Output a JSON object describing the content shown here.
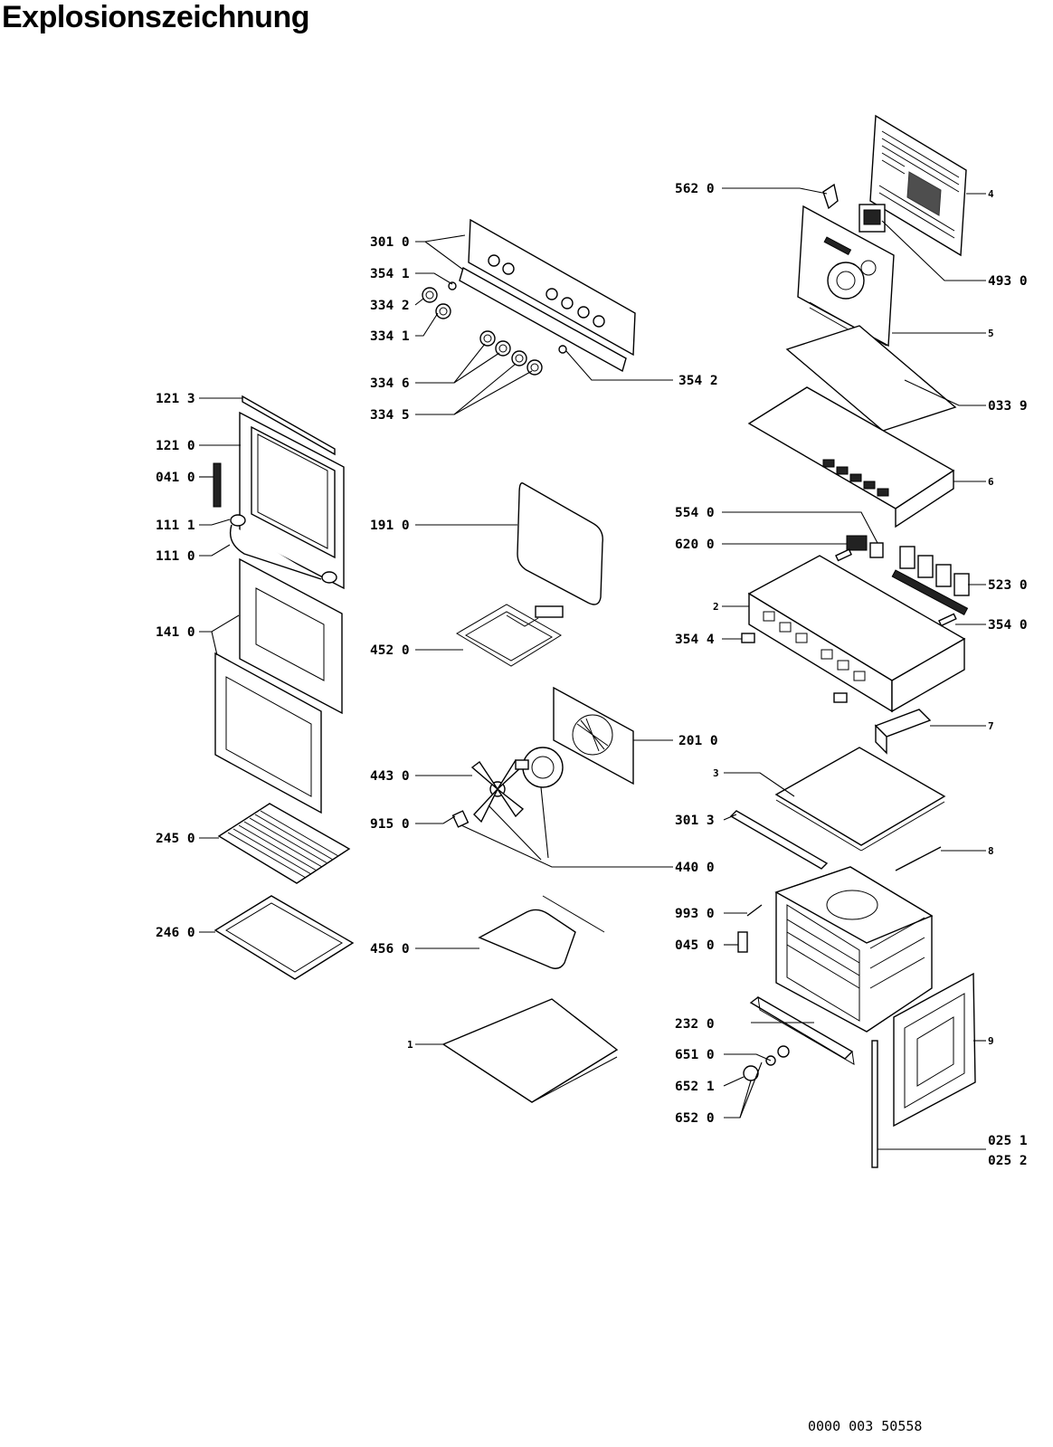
{
  "title": "Explosionszeichnung",
  "document_number": "0000 003 50558",
  "labels": {
    "l5620": "562 0",
    "l4": "4",
    "l4930": "493 0",
    "l5": "5",
    "l0339": "033 9",
    "l6": "6",
    "l3010": "301 0",
    "l3541": "354 1",
    "l3342": "334 2",
    "l3341": "334 1",
    "l3346": "334 6",
    "l3345": "334 5",
    "l3542": "354 2",
    "l1213": "121 3",
    "l1210": "121 0",
    "l0410": "041 0",
    "l1111": "111 1",
    "l1110": "111 0",
    "l1410": "141 0",
    "l1910": "191 0",
    "l4520": "452 0",
    "l5540": "554 0",
    "l6200": "620 0",
    "l5230": "523 0",
    "l2": "2",
    "l3544": "354 4",
    "l3540": "354 0",
    "l2010": "201 0",
    "l7": "7",
    "l3": "3",
    "l4430": "443 0",
    "l9150": "915 0",
    "l3013": "301 3",
    "l2450": "245 0",
    "l8": "8",
    "l4400": "440 0",
    "l9930": "993 0",
    "l2460": "246 0",
    "l4560": "456 0",
    "l0450": "045 0",
    "l2320": "232 0",
    "l1": "1",
    "l6510": "651 0",
    "l9": "9",
    "l6521": "652 1",
    "l6520": "652 0",
    "l0251": "025 1",
    "l0252": "025 2"
  }
}
